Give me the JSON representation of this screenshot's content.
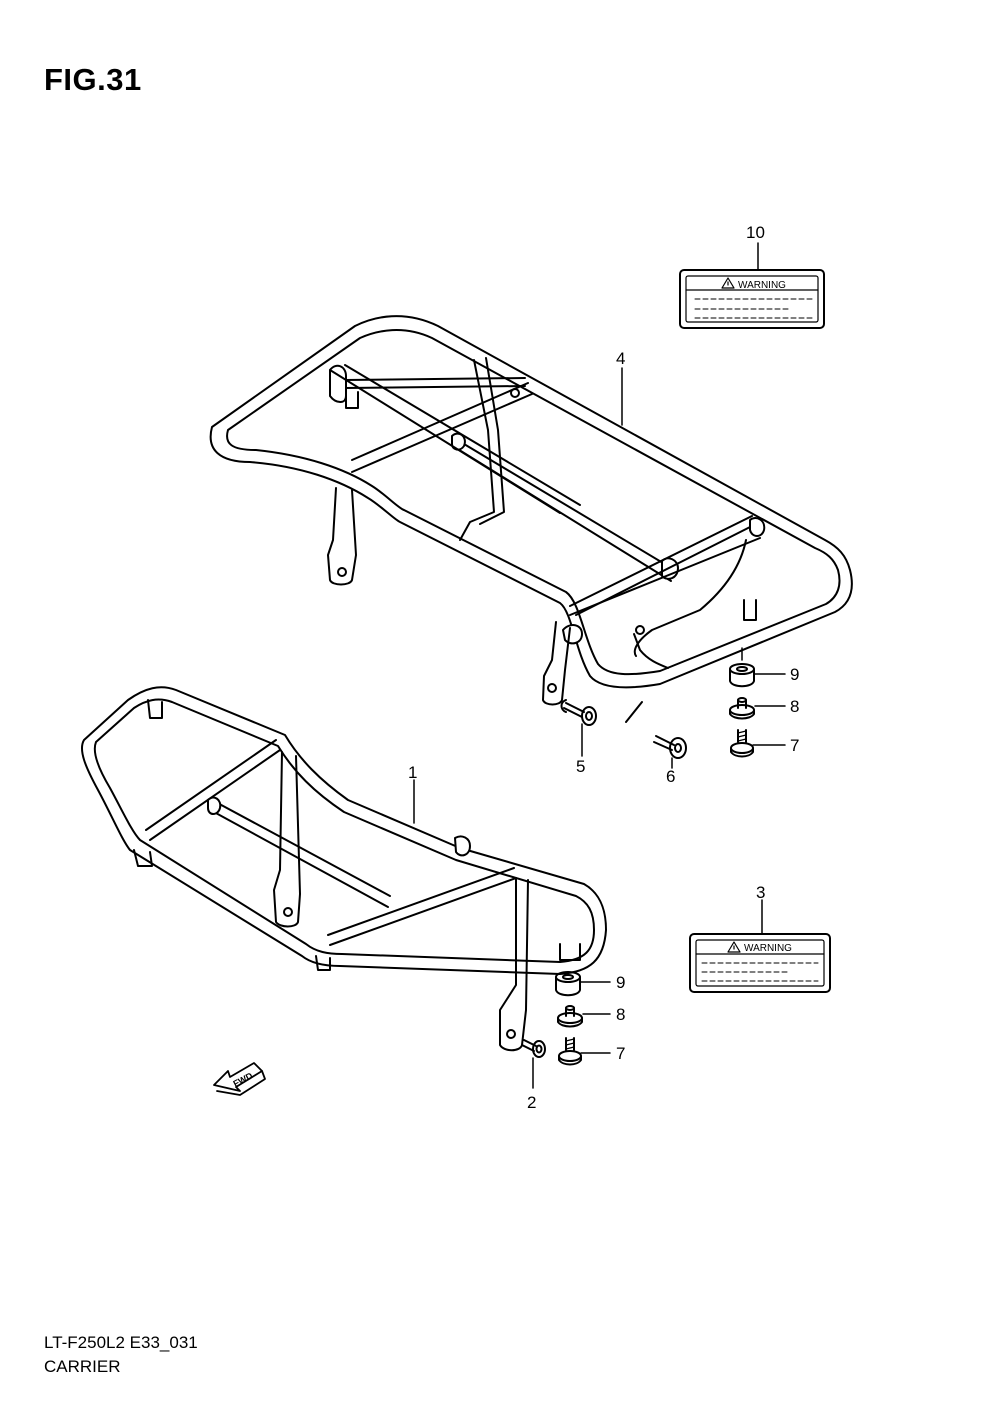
{
  "figure": {
    "title": "FIG.31",
    "model_code": "LT-F250L2 E33_031",
    "section_name": "CARRIER"
  },
  "labels": {
    "warning_text": "WARNING",
    "fwd_text": "FWD"
  },
  "callouts": [
    {
      "id": "c10",
      "num": "10"
    },
    {
      "id": "c4",
      "num": "4"
    },
    {
      "id": "c9a",
      "num": "9"
    },
    {
      "id": "c8a",
      "num": "8"
    },
    {
      "id": "c7a",
      "num": "7"
    },
    {
      "id": "c5",
      "num": "5"
    },
    {
      "id": "c6",
      "num": "6"
    },
    {
      "id": "c1",
      "num": "1"
    },
    {
      "id": "c3",
      "num": "3"
    },
    {
      "id": "c9b",
      "num": "9"
    },
    {
      "id": "c8b",
      "num": "8"
    },
    {
      "id": "c7b",
      "num": "7"
    },
    {
      "id": "c2",
      "num": "2"
    }
  ]
}
